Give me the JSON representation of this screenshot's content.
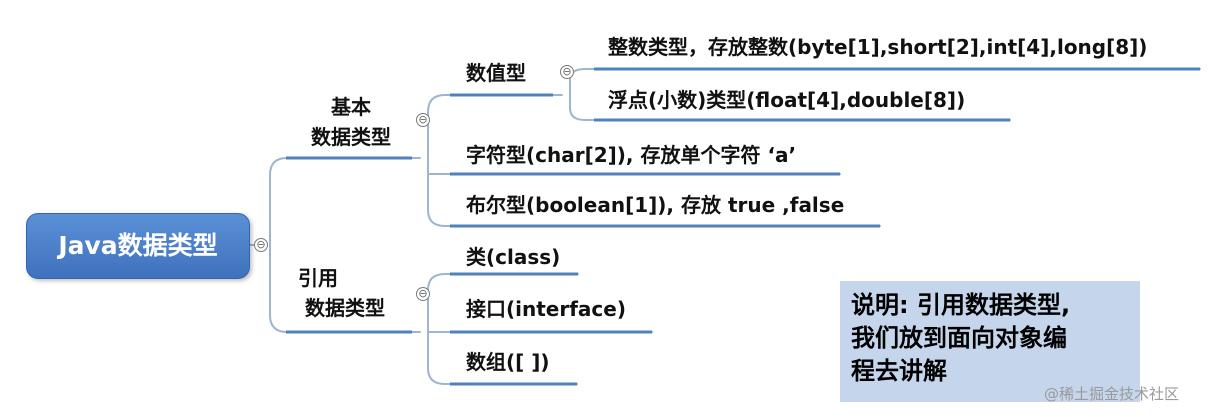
{
  "root": {
    "label": "Java数据类型"
  },
  "categories": {
    "primitive": {
      "line1": "基本",
      "line2": "数据类型"
    },
    "reference": {
      "line1": "引用",
      "line2": "数据类型"
    }
  },
  "numeric": {
    "label": "数值型",
    "integer": "整数类型，存放整数(byte[1],short[2],int[4],long[8])",
    "float": "浮点(小数)类型(float[4],double[8])"
  },
  "char_type": "字符型(char[2]), 存放单个字符 ‘a’",
  "bool_type": "布尔型(boolean[1]), 存放 true ,false",
  "reference_items": {
    "class": "类(class)",
    "interface": "接口(interface)",
    "array": "数组([ ])"
  },
  "toggle_symbol": "⊖",
  "note": "说明: 引用数据类型,\n我们放到面向对象编\n程去讲解",
  "watermark": "@稀土掘金技术社区",
  "colors": {
    "root": "#4a80cc",
    "underline": "#4f81bd",
    "note_bg": "#c5d5ec"
  }
}
